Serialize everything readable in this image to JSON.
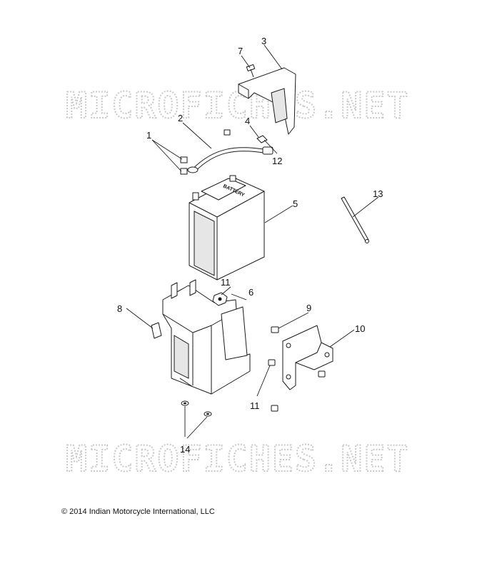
{
  "watermark_text": "MICROFICHES.NET",
  "battery_label": "BATTERY",
  "callouts": {
    "c1": "1",
    "c2": "2",
    "c3": "3",
    "c4": "4",
    "c5": "5",
    "c6": "6",
    "c7": "7",
    "c8": "8",
    "c9": "9",
    "c10": "10",
    "c11a": "11",
    "c11b": "11",
    "c12": "12",
    "c13": "13",
    "c14": "14"
  },
  "copyright": {
    "symbol": "©",
    "text": "2014 Indian Motorcycle International, LLC"
  }
}
